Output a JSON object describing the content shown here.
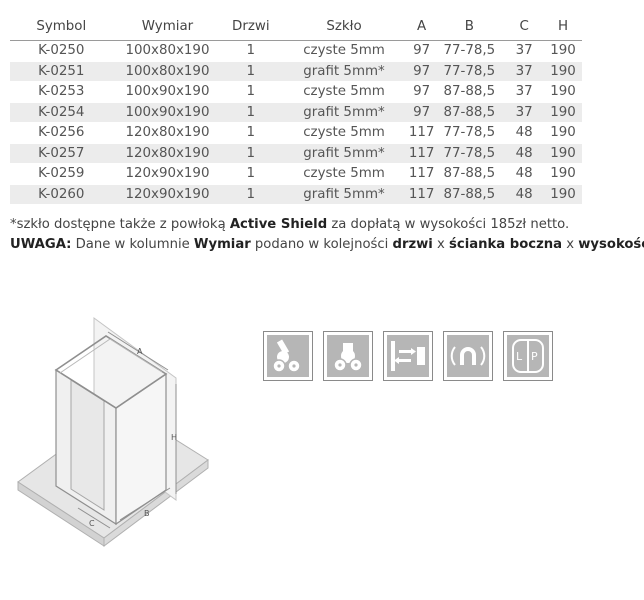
{
  "table": {
    "headers": {
      "symbol": "Symbol",
      "wymiar": "Wymiar",
      "drzwi": "Drzwi",
      "szklo": "Szkło",
      "a": "A",
      "b": "B",
      "c": "C",
      "h": "H"
    },
    "rows": [
      {
        "symbol": "K-0250",
        "wymiar": "100x80x190",
        "drzwi": "1",
        "szklo": "czyste 5mm",
        "a": "97",
        "b": "77-78,5",
        "c": "37",
        "h": "190"
      },
      {
        "symbol": "K-0251",
        "wymiar": "100x80x190",
        "drzwi": "1",
        "szklo": "grafit 5mm*",
        "a": "97",
        "b": "77-78,5",
        "c": "37",
        "h": "190"
      },
      {
        "symbol": "K-0253",
        "wymiar": "100x90x190",
        "drzwi": "1",
        "szklo": "czyste 5mm",
        "a": "97",
        "b": "87-88,5",
        "c": "37",
        "h": "190"
      },
      {
        "symbol": "K-0254",
        "wymiar": "100x90x190",
        "drzwi": "1",
        "szklo": "grafit 5mm*",
        "a": "97",
        "b": "87-88,5",
        "c": "37",
        "h": "190"
      },
      {
        "symbol": "K-0256",
        "wymiar": "120x80x190",
        "drzwi": "1",
        "szklo": "czyste 5mm",
        "a": "117",
        "b": "77-78,5",
        "c": "48",
        "h": "190"
      },
      {
        "symbol": "K-0257",
        "wymiar": "120x80x190",
        "drzwi": "1",
        "szklo": "grafit 5mm*",
        "a": "117",
        "b": "77-78,5",
        "c": "48",
        "h": "190"
      },
      {
        "symbol": "K-0259",
        "wymiar": "120x90x190",
        "drzwi": "1",
        "szklo": "czyste 5mm",
        "a": "117",
        "b": "87-88,5",
        "c": "48",
        "h": "190"
      },
      {
        "symbol": "K-0260",
        "wymiar": "120x90x190",
        "drzwi": "1",
        "szklo": "grafit 5mm*",
        "a": "117",
        "b": "87-88,5",
        "c": "48",
        "h": "190"
      }
    ]
  },
  "notes": {
    "line1": {
      "p1": "*szkło dostępne także z powłoką ",
      "b1": "Active Shield",
      "p2": " za dopłatą w wysokości 185zł netto."
    },
    "line2": {
      "b1": "UWAGA:",
      "p1": " Dane w kolumnie ",
      "b2": "Wymiar",
      "p2": " podano w kolejności ",
      "b3": "drzwi",
      "p3": " x ",
      "b4": "ścianka boczna",
      "p4": " x ",
      "b5": "wysokość."
    }
  },
  "drawing_labels": {
    "a": "A",
    "b": "B",
    "c": "C",
    "h": "H"
  },
  "icons": [
    "rollers-icon",
    "rollers-top-icon",
    "reversible-door-icon",
    "magnetic-seal-icon",
    "left-right-mount-icon"
  ],
  "icon_text": {
    "lp_left": "L",
    "lp_right": "P"
  },
  "colors": {
    "stripe": "#ececec",
    "icon_bg": "#b6b6b6",
    "drawing_line": "#9a9a9a"
  }
}
